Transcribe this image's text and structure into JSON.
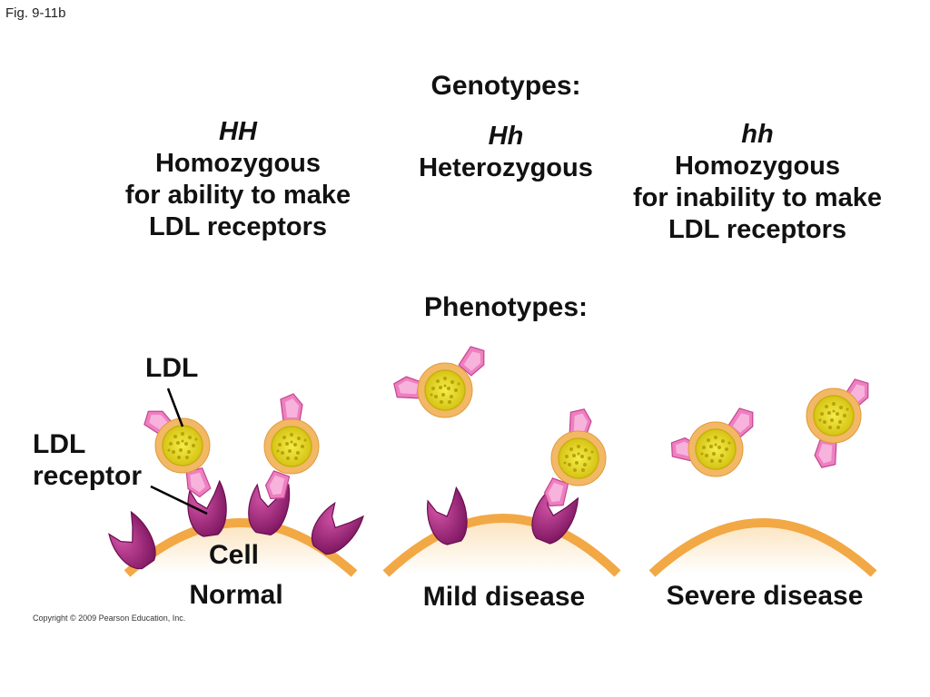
{
  "figure_label": "Fig. 9-11b",
  "genotypes_heading": "Genotypes:",
  "phenotypes_heading": "Phenotypes:",
  "columns": [
    {
      "genotype": "HH",
      "lines": [
        "Homozygous",
        "for ability to make",
        "LDL receptors"
      ],
      "phenotype": "Normal"
    },
    {
      "genotype": "Hh",
      "lines": [
        "Heterozygous"
      ],
      "phenotype": "Mild disease"
    },
    {
      "genotype": "hh",
      "lines": [
        "Homozygous",
        "for inability to make",
        "LDL receptors"
      ],
      "phenotype": "Severe disease"
    }
  ],
  "labels": {
    "ldl": "LDL",
    "receptor_line1": "LDL",
    "receptor_line2": "receptor",
    "cell": "Cell"
  },
  "copyright": "Copyright © 2009 Pearson Education, Inc.",
  "colors": {
    "cell": "#f2a845",
    "receptor": "#8c1a6e",
    "receptor_light": "#c94a9e",
    "ldl_ring": "#f0b660",
    "ldl_core": "#e8dc1e",
    "protein": "#ee7fc0"
  }
}
